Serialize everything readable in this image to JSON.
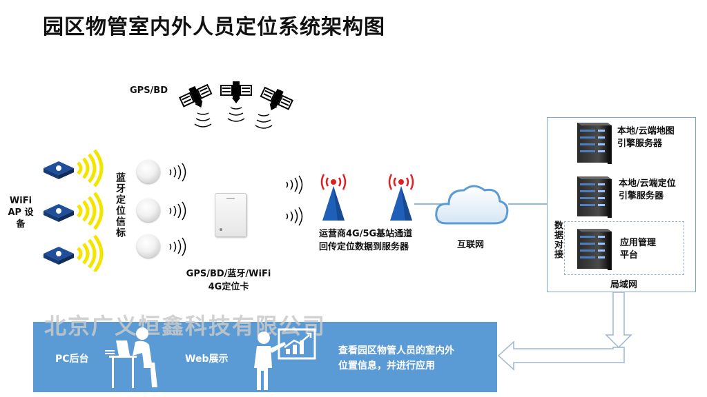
{
  "title": "园区物管室内外人员定位系统架构图",
  "labels": {
    "gps_bd": "GPS/BD",
    "wifi_ap": "WiFi AP 设备",
    "bluetooth_beacon": "蓝牙定位信标",
    "card_line1": "GPS/BD/蓝牙/WiFi",
    "card_line2": "4G定位卡",
    "operator_line1": "运营商4G/5G基站通道",
    "operator_line2": "回传定位数据到服务器",
    "internet": "互联网",
    "server1_line1": "本地/云端地图",
    "server1_line2": "引擎服务器",
    "server2_line1": "本地/云端定位",
    "server2_line2": "引擎服务器",
    "server3_line1": "应用管理",
    "server3_line2": "平台",
    "data_link": "数据对接",
    "lan": "局域网",
    "watermark": "北京广义恒鑫科技有限公司",
    "pc_backend": "PC后台",
    "web_display": "Web展示",
    "view_line1": "查看园区物管人员的室内外",
    "view_line2": "位置信息，并进行应用"
  },
  "colors": {
    "accent_blue": "#5b9bd5",
    "tower_blue": "#1f5fb8",
    "signal_red": "#e02020",
    "wifi_yellow": "#f2e600",
    "box_border": "#7aa7cf"
  }
}
